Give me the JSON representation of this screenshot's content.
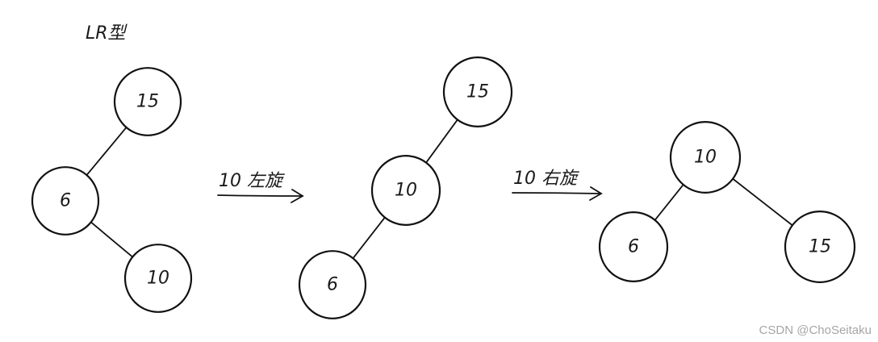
{
  "title": "LR型",
  "stages": [
    {
      "nodes": [
        {
          "id": "a15",
          "label": "15"
        },
        {
          "id": "a6",
          "label": "6"
        },
        {
          "id": "a10",
          "label": "10"
        }
      ],
      "edges": [
        [
          "a15",
          "a6"
        ],
        [
          "a6",
          "a10"
        ]
      ]
    },
    {
      "nodes": [
        {
          "id": "b15",
          "label": "15"
        },
        {
          "id": "b10",
          "label": "10"
        },
        {
          "id": "b6",
          "label": "6"
        }
      ],
      "edges": [
        [
          "b15",
          "b10"
        ],
        [
          "b10",
          "b6"
        ]
      ]
    },
    {
      "nodes": [
        {
          "id": "c10",
          "label": "10"
        },
        {
          "id": "c6",
          "label": "6"
        },
        {
          "id": "c15",
          "label": "15"
        }
      ],
      "edges": [
        [
          "c10",
          "c6"
        ],
        [
          "c10",
          "c15"
        ]
      ]
    }
  ],
  "transitions": [
    {
      "label": "10 左旋"
    },
    {
      "label": "10 右旋"
    }
  ],
  "watermark": "CSDN @ChoSeitaku"
}
